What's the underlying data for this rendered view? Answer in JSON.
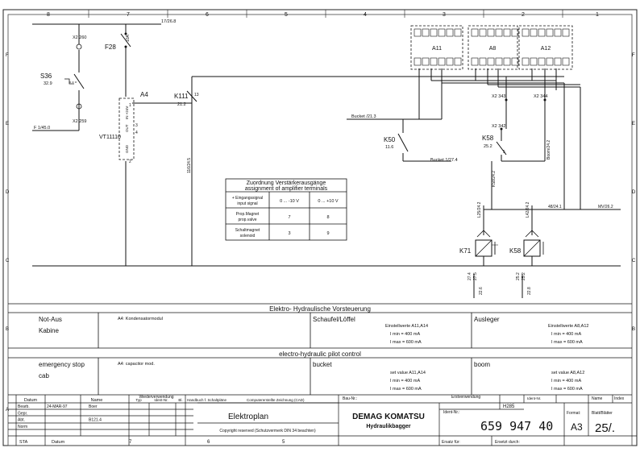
{
  "column_markers": [
    "8",
    "7",
    "6",
    "5",
    "4",
    "3",
    "2",
    "1"
  ],
  "row_markers": [
    "F",
    "E",
    "D",
    "C",
    "B",
    "A"
  ],
  "schematic": {
    "top_ref": "17/26.8",
    "x2_260": "X2 260",
    "x2_259": "X2 259",
    "f28": "F28",
    "f28_rating": "10A",
    "s36": "S36",
    "s36_ref": "32.9",
    "f1_ref": "F 1/45.0",
    "a4": "A4",
    "a4_pins": [
      "IN +24V",
      "OUT",
      "GND"
    ],
    "a4_pin_numbers": [
      "1",
      "2",
      "3",
      "4"
    ],
    "vt": "VT11110",
    "k111": "K111",
    "k111_ref": "21.2",
    "k111_pin": "13",
    "wire_ref_116": "116/24.5",
    "a11": "A11",
    "a8": "A8",
    "a12": "A12",
    "x2_343": "X2 343",
    "x2_344": "X2 344",
    "x2_342": "X2 342",
    "bucket_ref": "Bucket /21.3",
    "k50": "K50",
    "k50_ref": "11.6",
    "bucket1": "Bucket 1/27.4",
    "k58_top": "K58",
    "k58_top_ref": "25.2",
    "k58_pin": "5",
    "boom_ref": "Boom/24.2",
    "k58_wire_ref": "K58/24.2",
    "l25": "L25/24.2",
    "l42": "L42/24.2",
    "r48": "48/24.1",
    "mv26": "MV/26.2",
    "k71": "K71",
    "k58_bottom": "K58",
    "contacts_left": [
      "27.4",
      "27.5"
    ],
    "contacts_right": [
      "25.2",
      "25.2"
    ],
    "contacts_mid": [
      "22.6",
      "22.8"
    ]
  },
  "assignment_table": {
    "title_de": "Zuordnung Verstärkerausgänge",
    "title_en": "assignment of amplifier terminals",
    "rows": [
      {
        "label": "+ Eingangssignal input signal",
        "col1": "0 ... -10 V",
        "col2": "0 ... +10 V"
      },
      {
        "label": "Prop.Magnet prop.valve",
        "col1": "7",
        "col2": "8"
      },
      {
        "label": "Schaltmagnet solenoid",
        "col1": "3",
        "col2": "9"
      }
    ]
  },
  "description_block": {
    "title_de": "Elektro- Hydraulische Vorsteuerung",
    "title_en": "electro-hydraulic pilot control",
    "de": {
      "col1": [
        "Not-Aus",
        "Kabine"
      ],
      "col2": "A4: Kondensatormodul",
      "col3_title": "Schaufel/Löffel",
      "col3_lines": [
        "Einstellwerte A11,A14",
        "I min = 400 mA",
        "I max = 600 mA"
      ],
      "col4_title": "Ausleger",
      "col4_lines": [
        "Einstellwerte A8,A12",
        "I min = 400 mA",
        "I max = 600 mA"
      ]
    },
    "en": {
      "col1": [
        "emergency stop",
        "cab"
      ],
      "col2": "A4: capacitor mod.",
      "col3_title": "bucket",
      "col3_lines": [
        "set value A11,A14",
        "I min = 400 mA",
        "I max = 600 mA"
      ],
      "col4_title": "boom",
      "col4_lines": [
        "set value A8,A12",
        "I min = 400 mA",
        "I max = 600 mA"
      ]
    }
  },
  "title_block": {
    "datum_header": "Datum",
    "name_header": "Name",
    "rows": [
      {
        "label": "Bearb.",
        "datum": "24-MAR-97",
        "name": "Boer"
      },
      {
        "label": "Gepr.",
        "datum": "",
        "name": ""
      },
      {
        "label": "Abt.",
        "datum": "",
        "name": "B121.4"
      },
      {
        "label": "Norm",
        "datum": "",
        "name": ""
      }
    ],
    "sta": "STA",
    "datum_bottom": "Datum",
    "wiederverwendung": "Wiederverwendung",
    "typ": "Typ",
    "ident_nr": "Ident-Nr.",
    "blatt": "Bl.",
    "handbuch": "Handbuch f. Schaltpläne",
    "computer": "Computererstellte Zeichnung (CAD)",
    "title": "Elektroplan",
    "copyright": "Copyright reserved (Schutzvermerk DIN 34 beachten)",
    "bau_nr": "Bau-Nr.:",
    "erstverwendung": "Erstverwendung",
    "model_typ": "H285",
    "ident_nr_label": "Ident-Nr.:",
    "ident_number": "659 947 40",
    "brand": "DEMAG KOMATSU",
    "subbrand": "Hydraulikbagger",
    "format_label": "Format:",
    "format": "A3",
    "blatt_label": "Blatt/Blätter",
    "sheet": "25/.",
    "ersatz_fuer": "Ersatz für:",
    "ersetzt_durch": "Ersetzt durch:",
    "bottom_cols": [
      "7",
      "6",
      "5"
    ],
    "name_label": "Name",
    "index_label": "Index"
  }
}
